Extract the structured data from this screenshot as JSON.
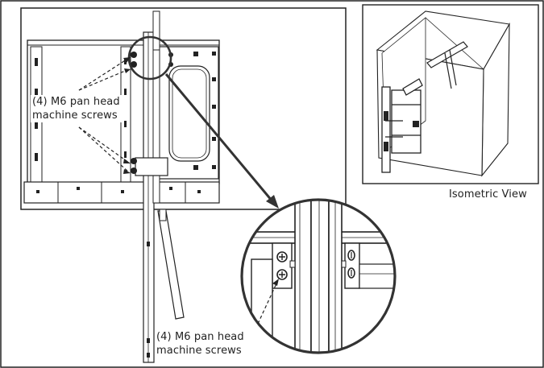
{
  "callouts": {
    "top": {
      "line1": "(4) M6 pan head",
      "line2": "machine screws"
    },
    "bottom": {
      "line1": "(4) M6 pan head",
      "line2": "machine screws"
    }
  },
  "views": {
    "isometric_label": "Isometric View"
  },
  "colors": {
    "line": "#222222",
    "panel_fill": "#ffffff",
    "shade": "#d9d9d9"
  }
}
